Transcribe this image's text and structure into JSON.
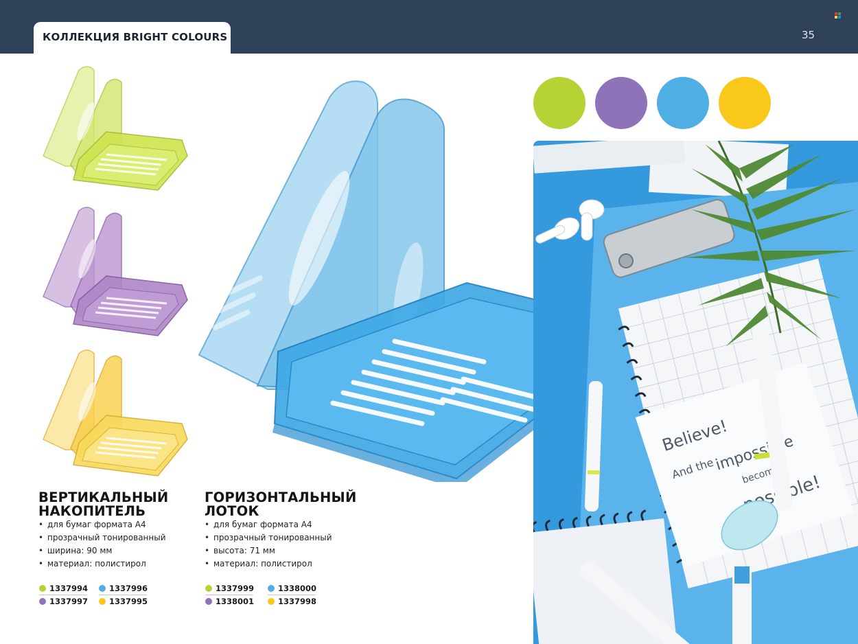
{
  "header": {
    "collection_title": "КОЛЛЕКЦИЯ BRIGHT COLOURS",
    "page_number": "35"
  },
  "colors": {
    "header_bg": "#2f4159",
    "green": "#b5d334",
    "purple": "#8e73b8",
    "blue": "#4faee3",
    "yellow": "#f9c81b"
  },
  "swatches": [
    {
      "name": "green",
      "color": "#b5d334"
    },
    {
      "name": "purple",
      "color": "#8e73b8"
    },
    {
      "name": "blue",
      "color": "#4faee3"
    },
    {
      "name": "yellow",
      "color": "#f9c81b"
    }
  ],
  "vertical": {
    "title_line1": "ВЕРТИКАЛЬНЫЙ",
    "title_line2": "НАКОПИТЕЛЬ",
    "bullets": [
      "для бумаг формата А4",
      "прозрачный тонированный",
      "ширина: 90 мм",
      "материал: полистирол"
    ],
    "codes": [
      {
        "code": "1337994",
        "color": "#b5d334"
      },
      {
        "code": "1337996",
        "color": "#4faee3"
      },
      {
        "code": "1337997",
        "color": "#8e73b8"
      },
      {
        "code": "1337995",
        "color": "#f9c81b"
      }
    ]
  },
  "horizontal": {
    "title_line1": "ГОРИЗОНТАЛЬНЫЙ",
    "title_line2": "ЛОТОК",
    "bullets": [
      "для бумаг формата А4",
      "прозрачный тонированный",
      "высота: 71 мм",
      "материал: полистирол"
    ],
    "codes": [
      {
        "code": "1337999",
        "color": "#b5d334"
      },
      {
        "code": "1338000",
        "color": "#4faee3"
      },
      {
        "code": "1338001",
        "color": "#8e73b8"
      },
      {
        "code": "1337998",
        "color": "#f9c81b"
      }
    ]
  },
  "photo": {
    "note_line1": "Believe!",
    "note_line2": "And the",
    "note_line3": "impossible",
    "note_line4": "becomes",
    "note_line5": "possible!"
  }
}
